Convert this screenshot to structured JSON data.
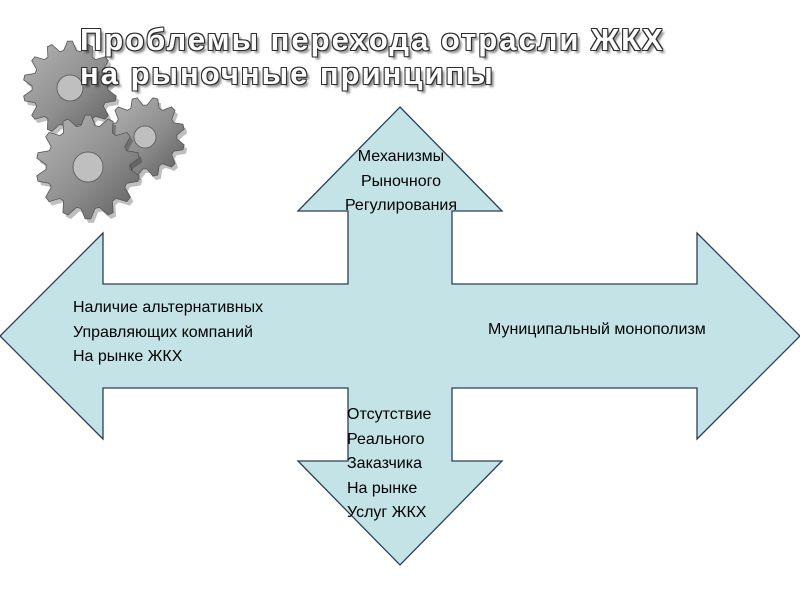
{
  "title": {
    "line1": "Проблемы перехода отрасли ЖКХ",
    "line2": "на рыночные принципы"
  },
  "colors": {
    "arrow_fill": "#c3e3e6",
    "arrow_stroke": "#2c3e5a",
    "gear": "#8c8c8c"
  },
  "icons": [
    "gears-icon"
  ],
  "arrows": {
    "top": {
      "lines": [
        "Механизмы",
        "Рыночного",
        "Регулирования"
      ]
    },
    "left": {
      "lines": [
        "Наличие альтернативных",
        "Управляющих компаний",
        "На рынке ЖКХ"
      ]
    },
    "right": {
      "lines": [
        "Муниципальный монополизм"
      ]
    },
    "bottom": {
      "lines": [
        "Отсутствие",
        "Реального",
        "Заказчика",
        "На рынке",
        "Услуг ЖКХ"
      ]
    }
  }
}
